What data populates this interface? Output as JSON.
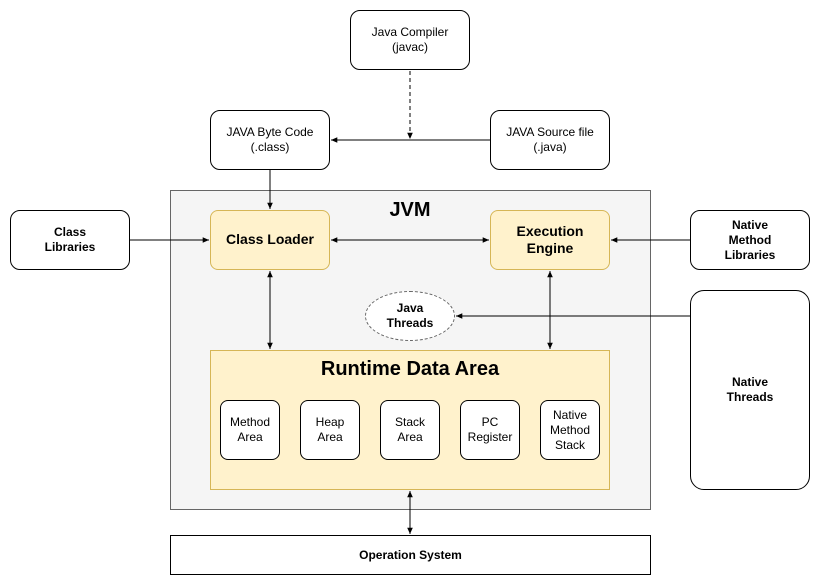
{
  "colors": {
    "jvm_fill": "#f5f5f5",
    "jvm_stroke": "#666666",
    "component_fill": "#fff2cc",
    "component_stroke": "#d6b656",
    "line": "#000000"
  },
  "nodes": {
    "java_compiler": "Java Compiler\n(javac)",
    "byte_code": "JAVA Byte Code\n(.class)",
    "source_file": "JAVA Source file\n(.java)",
    "class_libraries": "Class\nLibraries",
    "jvm_title": "JVM",
    "class_loader": "Class Loader",
    "execution_engine": "Execution\nEngine",
    "native_method_libraries": "Native\nMethod\nLibraries",
    "java_threads": "Java\nThreads",
    "native_threads": "Native\nThreads",
    "runtime_data_area": "Runtime Data Area",
    "memory_areas": [
      "Method\nArea",
      "Heap\nArea",
      "Stack\nArea",
      "PC\nRegister",
      "Native\nMethod\nStack"
    ],
    "operation_system": "Operation System"
  },
  "edges": [
    {
      "from": "java_compiler",
      "to": "source_file_edge",
      "style": "dashed",
      "arrow": "end"
    },
    {
      "from": "source_file",
      "to": "byte_code",
      "style": "solid",
      "arrow": "end"
    },
    {
      "from": "byte_code",
      "to": "class_loader",
      "style": "solid",
      "arrow": "end"
    },
    {
      "from": "class_libraries",
      "to": "class_loader",
      "style": "solid",
      "arrow": "end"
    },
    {
      "from": "class_loader",
      "to": "execution_engine",
      "style": "solid",
      "arrow": "both"
    },
    {
      "from": "native_method_libraries",
      "to": "execution_engine",
      "style": "solid",
      "arrow": "end"
    },
    {
      "from": "class_loader",
      "to": "runtime_data_area",
      "style": "solid",
      "arrow": "both"
    },
    {
      "from": "execution_engine",
      "to": "runtime_data_area",
      "style": "solid",
      "arrow": "both"
    },
    {
      "from": "native_threads",
      "to": "java_threads",
      "style": "solid",
      "arrow": "end"
    },
    {
      "from": "runtime_data_area",
      "to": "operation_system",
      "style": "solid",
      "arrow": "both"
    }
  ]
}
